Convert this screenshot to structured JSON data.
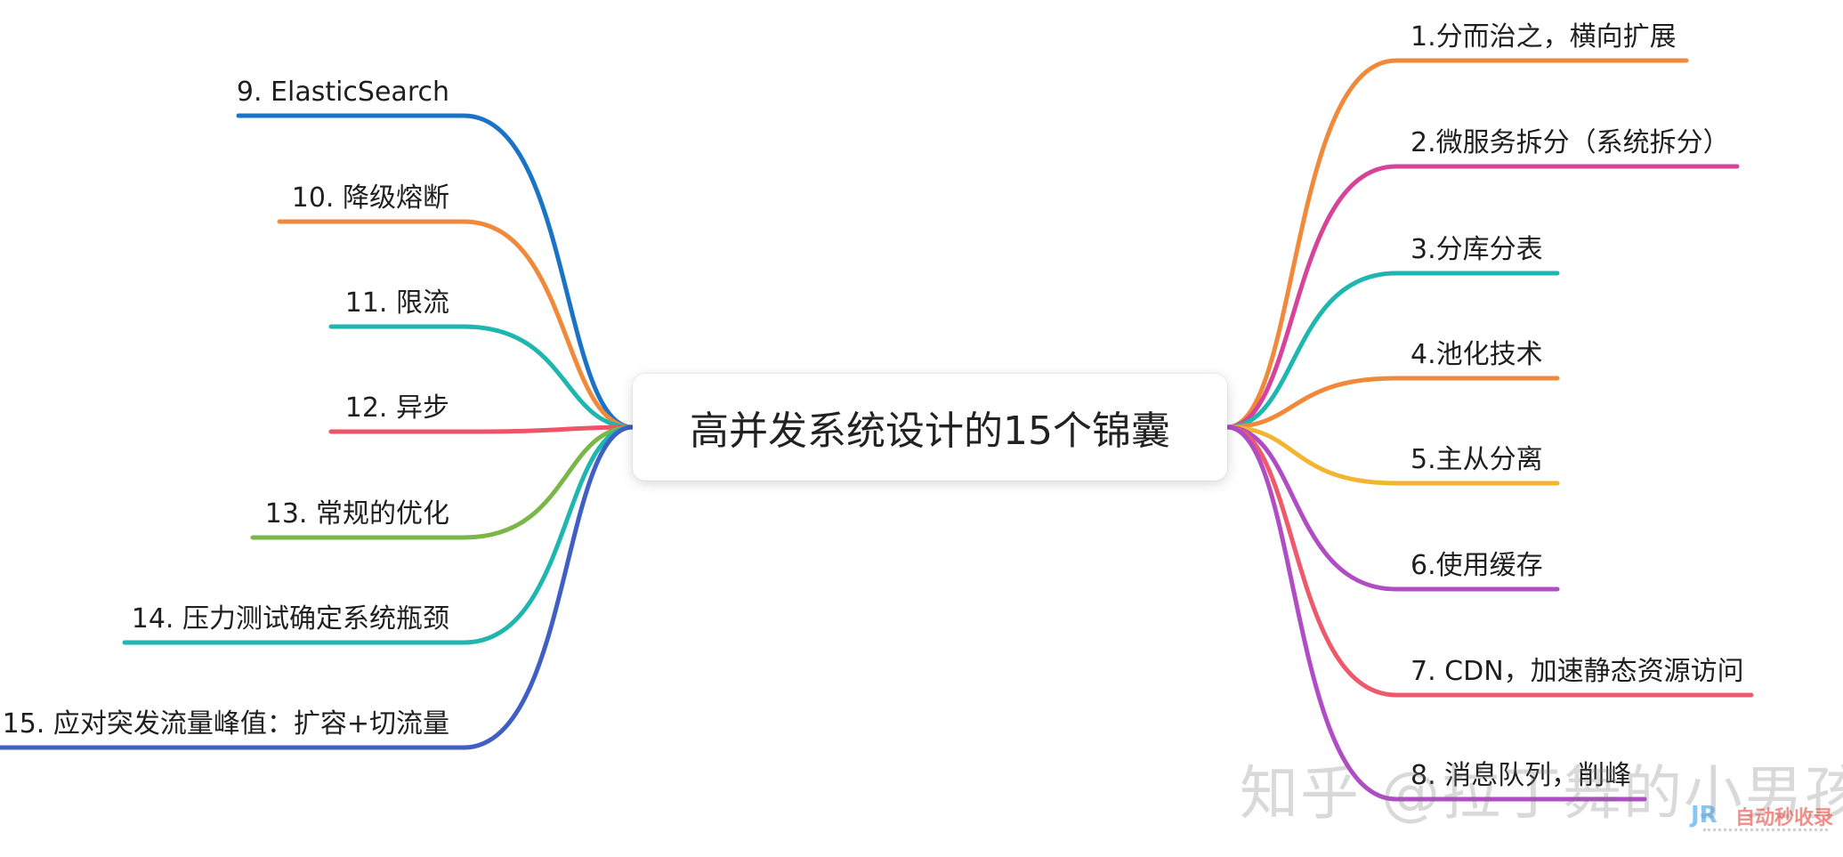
{
  "root": {
    "title": "高并发系统设计的15个锦囊"
  },
  "branches": [
    {
      "label": "1.分而治之，横向扩展",
      "side": "right",
      "color": "#f08a3a"
    },
    {
      "label": "2.微服务拆分（系统拆分）",
      "side": "right",
      "color": "#d6449a"
    },
    {
      "label": "3.分库分表",
      "side": "right",
      "color": "#1fb6b0"
    },
    {
      "label": "4.池化技术",
      "side": "right",
      "color": "#f08a3a"
    },
    {
      "label": "5.主从分离",
      "side": "right",
      "color": "#f2b52f"
    },
    {
      "label": "6.使用缓存",
      "side": "right",
      "color": "#b04dc4"
    },
    {
      "label": "7. CDN，加速静态资源访问",
      "side": "right",
      "color": "#ee5a6b"
    },
    {
      "label": "8. 消息队列，削峰",
      "side": "right",
      "color": "#b04dc4"
    },
    {
      "label": "9. ElasticSearch",
      "side": "left",
      "color": "#1a73c7"
    },
    {
      "label": "10. 降级熔断",
      "side": "left",
      "color": "#f08a3a"
    },
    {
      "label": "11. 限流",
      "side": "left",
      "color": "#1fb6b0"
    },
    {
      "label": "12. 异步",
      "side": "left",
      "color": "#ef5366"
    },
    {
      "label": "13. 常规的优化",
      "side": "left",
      "color": "#7ab648"
    },
    {
      "label": "14. 压力测试确定系统瓶颈",
      "side": "left",
      "color": "#1fb6b0"
    },
    {
      "label": "15. 应对突发流量峰值：扩容+切流量",
      "side": "left",
      "color": "#3f5fc4"
    }
  ],
  "watermark": {
    "text": "知乎 @拉丁舞的小男孩"
  },
  "logo": {
    "text": "自动秒收录",
    "mark": "JR"
  }
}
